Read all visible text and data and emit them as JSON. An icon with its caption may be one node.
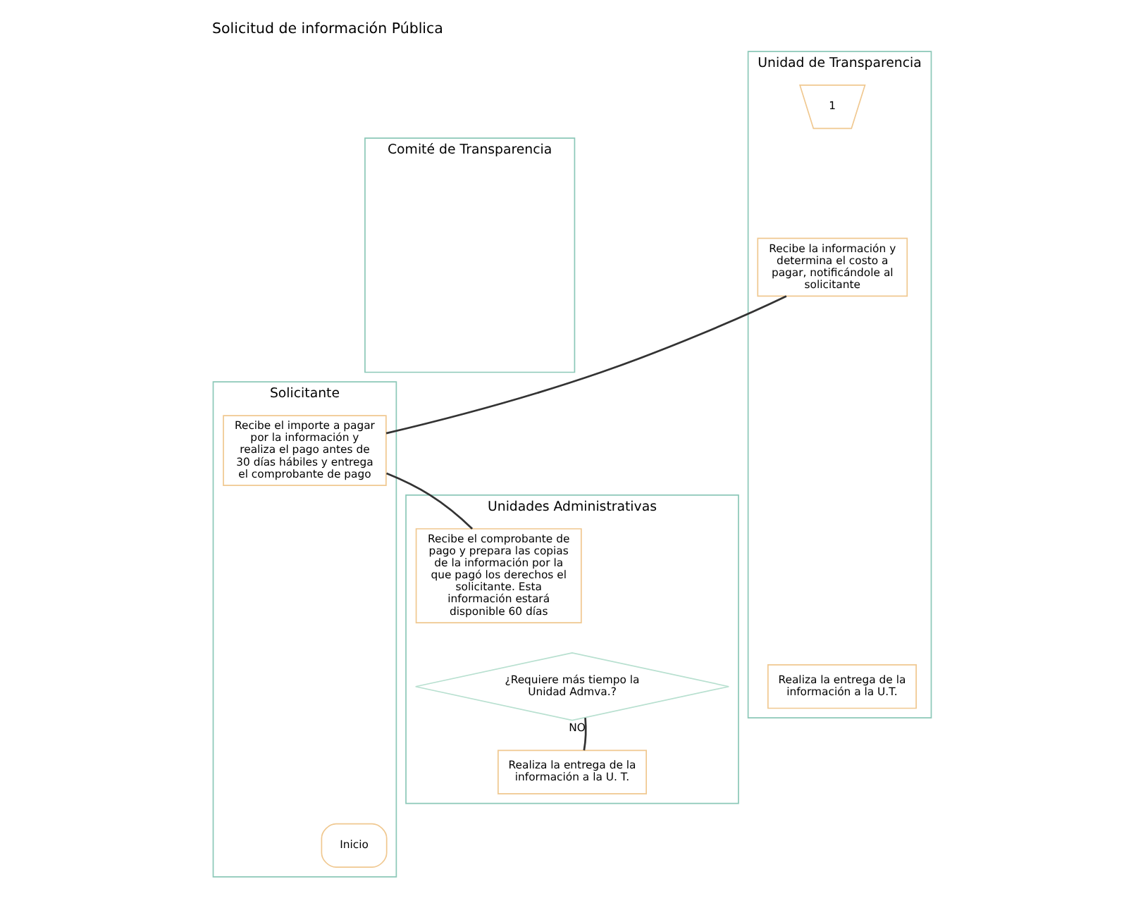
{
  "diagram": {
    "title": "Solicitud de información Pública",
    "nodes": [
      {
        "text": [
          "Solicitante"
        ]
      },
      {
        "text": [
          "Unidad de Transparencia"
        ]
      },
      {
        "text": [
          "Comité de Transparencia"
        ]
      },
      {
        "text": [
          "Unidades Administrativas"
        ]
      },
      {
        "text": [
          "1"
        ],
        "in": 1
      },
      {
        "text": [
          "Recibe la información y determina el costo a pagar, notificándole al solicitante"
        ],
        "in": 1
      },
      {
        "text": [
          "Recibe el importe a pagar por la información y realiza el pago antes de 30 días hábiles y entrega el comprobante de pago"
        ],
        "in": 0
      },
      {
        "text": [
          "Recibe el comprobante de pago y prepara las copias de la información por la que pagó los derechos el solicitante. Esta información estará disponible 60 días"
        ],
        "in": 3
      },
      {
        "text": [
          "¿Requiere más tiempo la Unidad Admva.?"
        ],
        "in": 3
      },
      {
        "text": [
          "Realiza la entrega de la información a la U.T."
        ],
        "in": 1
      },
      {
        "text": [
          "Realiza la entrega de la información a la U. T."
        ],
        "in": 3
      },
      {
        "text": [
          "Inicio"
        ],
        "in": 0
      }
    ],
    "edges": [
      {
        "from": 5,
        "to": 6,
        "arrow": "none"
      },
      {
        "from": 6,
        "to": 7,
        "arrow": "none"
      },
      {
        "from": 8,
        "to": 10,
        "label": "NO",
        "arrow": "none"
      }
    ]
  }
}
